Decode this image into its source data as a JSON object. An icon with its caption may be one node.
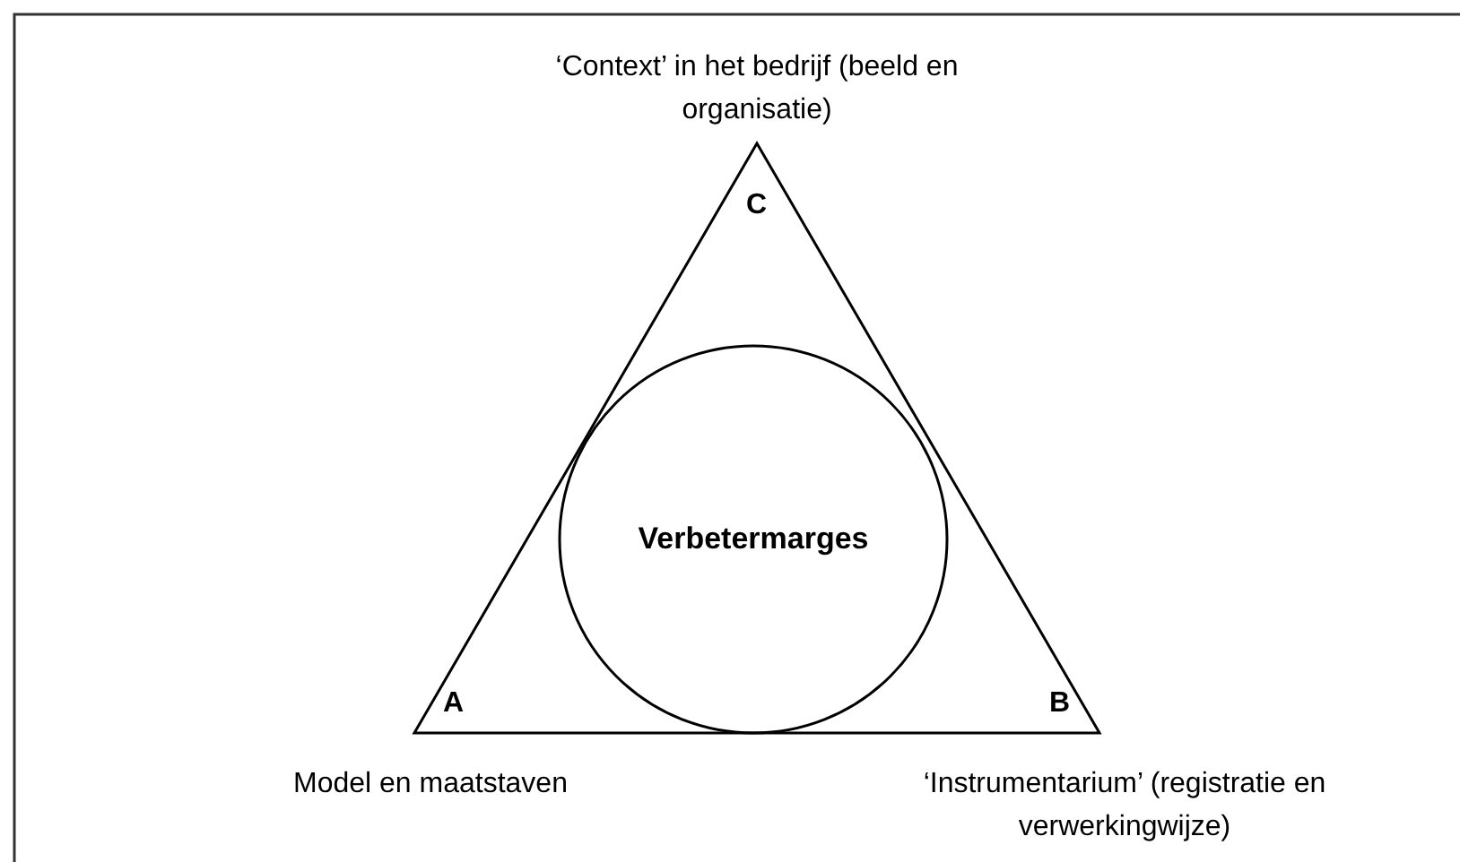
{
  "diagram": {
    "nodes": [
      {
        "text": [
          "C",
          "A",
          "B"
        ]
      },
      {
        "text": [
          "Verbetermarges"
        ],
        "in": 0
      }
    ],
    "labels": [
      "‘Context’ in het bedrijf (beeld en organisatie)",
      "Model en maatstaven",
      "‘Instrumentarium’ (registratie en verwerkingwijze)"
    ]
  }
}
